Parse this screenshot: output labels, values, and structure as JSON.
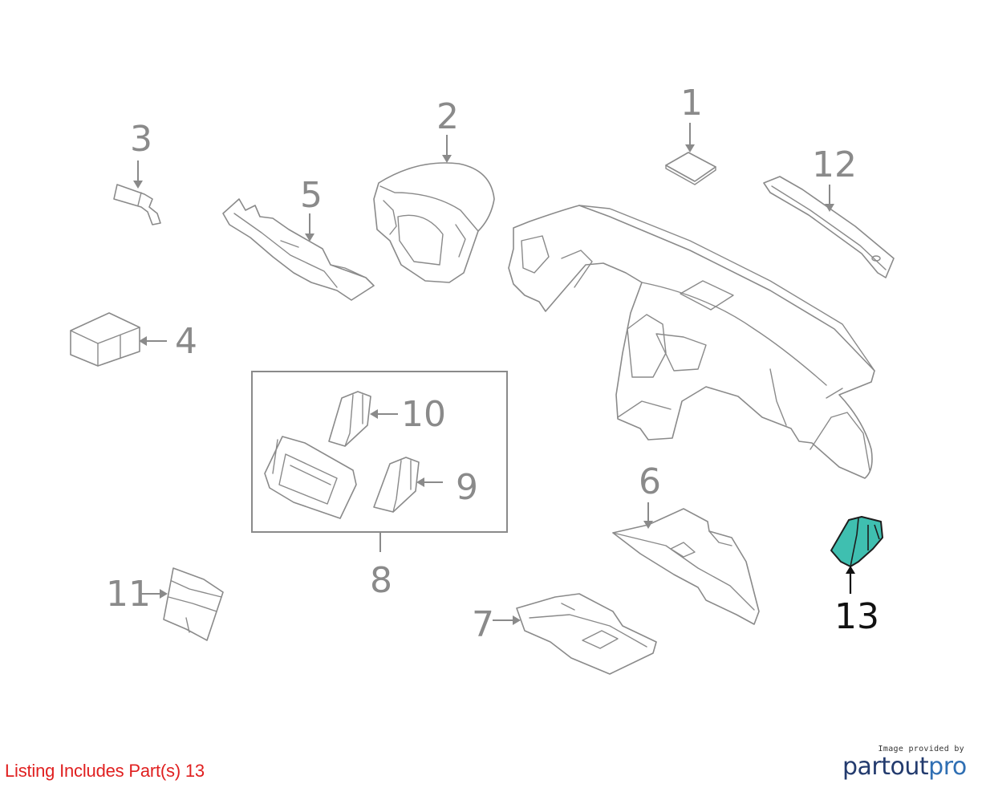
{
  "callouts": {
    "c1": "1",
    "c2": "2",
    "c3": "3",
    "c4": "4",
    "c5": "5",
    "c6": "6",
    "c7": "7",
    "c8": "8",
    "c9": "9",
    "c10": "10",
    "c11": "11",
    "c12": "12",
    "c13": "13"
  },
  "highlighted_part": "13",
  "colors": {
    "highlight": "#3fbfb0",
    "outline": "#8a8a8a",
    "note": "#e02020"
  },
  "footer": {
    "listing_note": "Listing Includes Part(s) 13",
    "credit_line": "Image provided by",
    "brand_part1": "partout",
    "brand_part2": "pro"
  }
}
